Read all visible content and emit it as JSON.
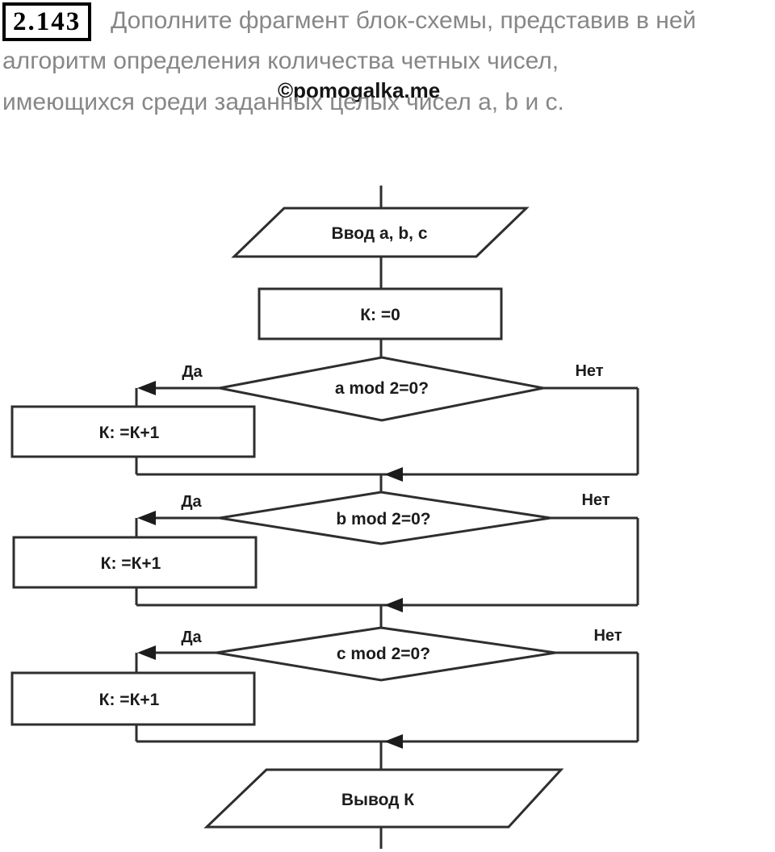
{
  "header": {
    "number": "2.143",
    "line1": "Дополните фрагмент блок-схемы, представив в ней",
    "line2": "алгоритм определения количества четных чисел,",
    "line3": "имеющихся среди заданных целых чисел a, b и c.",
    "watermark": "©pomogalka.me"
  },
  "flowchart": {
    "input_label": "Ввод a, b, c",
    "init_label": "К: =0",
    "decisions": [
      {
        "condition": "a mod 2=0?",
        "yes": "Да",
        "no": "Нет",
        "action": "К: =К+1"
      },
      {
        "condition": "b mod 2=0?",
        "yes": "Да",
        "no": "Нет",
        "action": "К: =К+1"
      },
      {
        "condition": "c mod 2=0?",
        "yes": "Да",
        "no": "Нет",
        "action": "К: =К+1"
      }
    ],
    "output_label": "Вывод К"
  },
  "colors": {
    "background": "#ffffff",
    "line": "#2e2e2e",
    "flow_text": "#1c1c1c",
    "header_text": "#878787",
    "number_text": "#000000",
    "watermark_text": "#141414"
  }
}
